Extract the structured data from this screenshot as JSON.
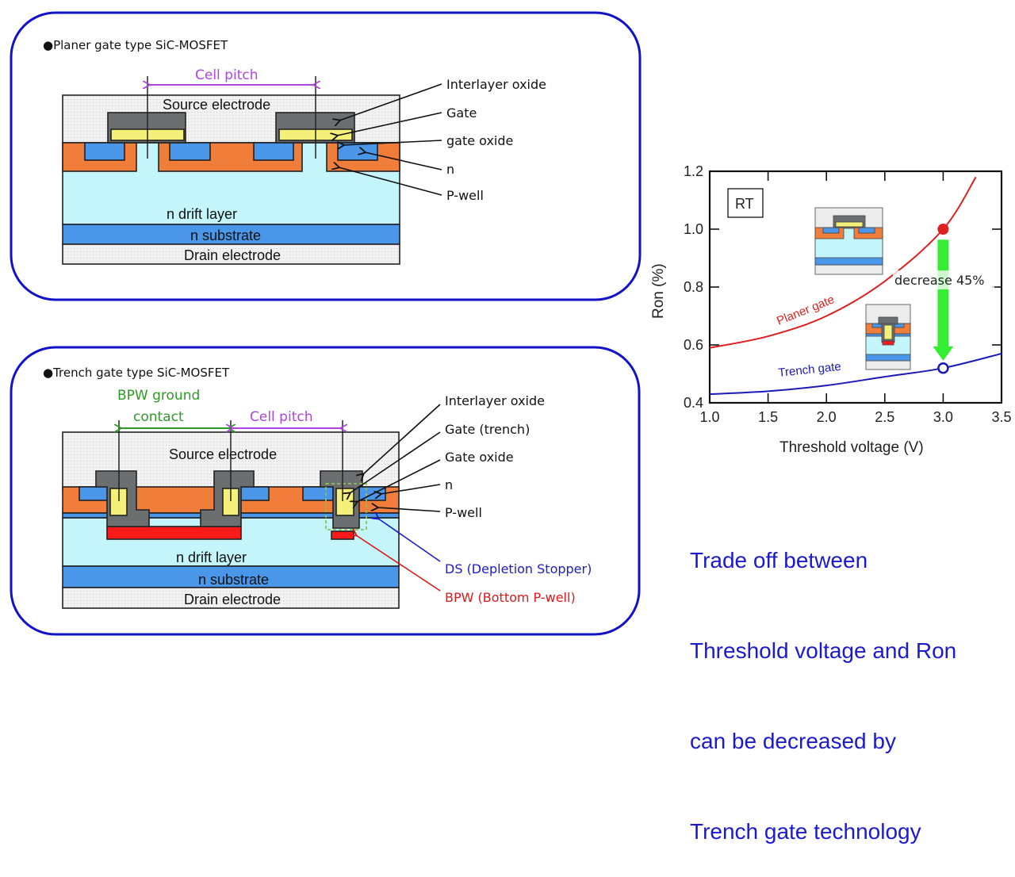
{
  "colors": {
    "panel_border": "#1212c8",
    "electrode": "#ececec",
    "interlayer_oxide": "#6b6f70",
    "gate": "#f4f07a",
    "p_well": "#f07d3a",
    "n_region": "#4a96e8",
    "drift": "#c4f5fb",
    "substrate": "#4a96e8",
    "bpw": "#ff1a1a",
    "cell_pitch": "#b044e0",
    "bpw_contact": "#2e9a26",
    "ds_label": "#1a1ad0",
    "bpw_label": "#e01818",
    "planar_curve": "#e02020",
    "trench_curve": "#1a1ab8",
    "decrease_arrow": "#33ee33"
  },
  "planar_panel": {
    "title": "●Planer gate type SiC-MOSFET",
    "cell_pitch_label": "Cell pitch",
    "layers": {
      "source": "Source electrode",
      "drift": "n drift layer",
      "substrate": "n substrate",
      "drain": "Drain electrode"
    },
    "callouts": [
      "Interlayer oxide",
      "Gate",
      "gate oxide",
      "n",
      "P-well"
    ]
  },
  "trench_panel": {
    "title": "●Trench gate type SiC-MOSFET",
    "bpw_contact_label_line1": "BPW ground",
    "bpw_contact_label_line2": "contact",
    "cell_pitch_label": "Cell pitch",
    "layers": {
      "source": "Source electrode",
      "drift": "n drift layer",
      "substrate": "n substrate",
      "drain": "Drain electrode"
    },
    "callouts": [
      "Interlayer oxide",
      "Gate (trench)",
      "Gate oxide",
      "n",
      "P-well"
    ],
    "ds_label": "DS (Depletion Stopper)",
    "bpw_label": "BPW (Bottom P-well)"
  },
  "chart_data": {
    "type": "line",
    "title": "",
    "xlabel": "Threshold voltage (V)",
    "ylabel": "Ron (%)",
    "xlim": [
      1.0,
      3.5
    ],
    "ylim": [
      0.4,
      1.2
    ],
    "xticks": [
      1.0,
      1.5,
      2.0,
      2.5,
      3.0,
      3.5
    ],
    "yticks": [
      0.4,
      0.6,
      0.8,
      1.0,
      1.2
    ],
    "xtick_labels": [
      "1.0",
      "1.5",
      "2.0",
      "2.5",
      "3.0",
      "3.5"
    ],
    "ytick_labels": [
      "0.4",
      "0.6",
      "0.8",
      "1.0",
      "1.2"
    ],
    "grid": false,
    "annotation_box": "RT",
    "series": [
      {
        "name": "Planer gate",
        "x": [
          1.0,
          1.5,
          2.0,
          2.5,
          3.0,
          3.28
        ],
        "y": [
          0.59,
          0.63,
          0.7,
          0.82,
          1.0,
          1.18
        ]
      },
      {
        "name": "Trench gate",
        "x": [
          1.0,
          1.5,
          2.0,
          2.5,
          3.0,
          3.5
        ],
        "y": [
          0.43,
          0.44,
          0.46,
          0.49,
          0.52,
          0.57
        ]
      }
    ],
    "markers": [
      {
        "series": "Planer gate",
        "x": 3.0,
        "y": 1.0,
        "style": "filled"
      },
      {
        "series": "Trench gate",
        "x": 3.0,
        "y": 0.52,
        "style": "open"
      }
    ],
    "arrow": {
      "x": 3.0,
      "from": 0.98,
      "to": 0.54,
      "label": "decrease 45%"
    }
  },
  "summary": {
    "lines": [
      "Trade off between",
      "Threshold voltage and Ron",
      "can be decreased by",
      "Trench gate technology"
    ]
  }
}
